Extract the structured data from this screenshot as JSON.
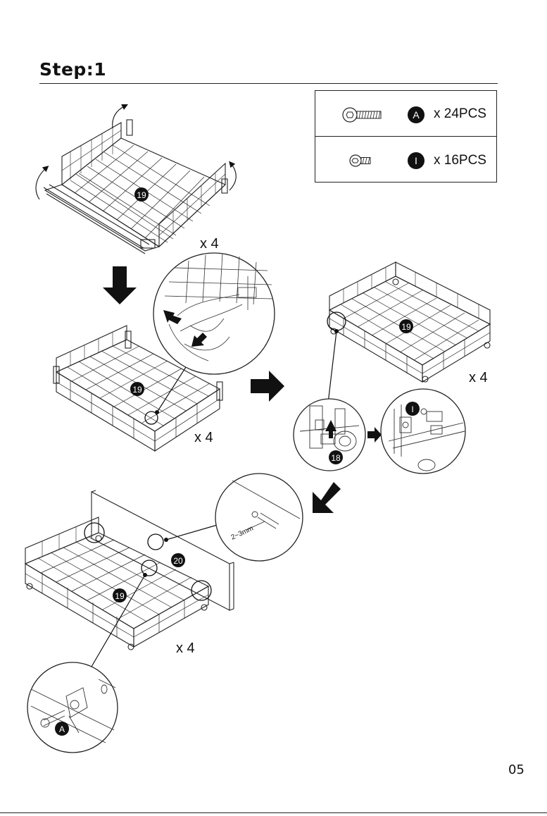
{
  "header": {
    "title": "Step:1"
  },
  "parts": [
    {
      "badge": "A",
      "quantity": "x 24PCS",
      "icon": "long-bolt-icon"
    },
    {
      "badge": "I",
      "quantity": "x 16PCS",
      "icon": "short-bolt-icon"
    }
  ],
  "callouts": {
    "part_19": "19",
    "part_18": "18",
    "part_20": "20",
    "part_a": "A",
    "part_i": "I",
    "gap": "2~3mm"
  },
  "multipliers": {
    "unfold": "x 4",
    "fold": "x 4",
    "caster": "x 4",
    "attach": "x 4"
  },
  "footer": {
    "page_number": "05"
  }
}
